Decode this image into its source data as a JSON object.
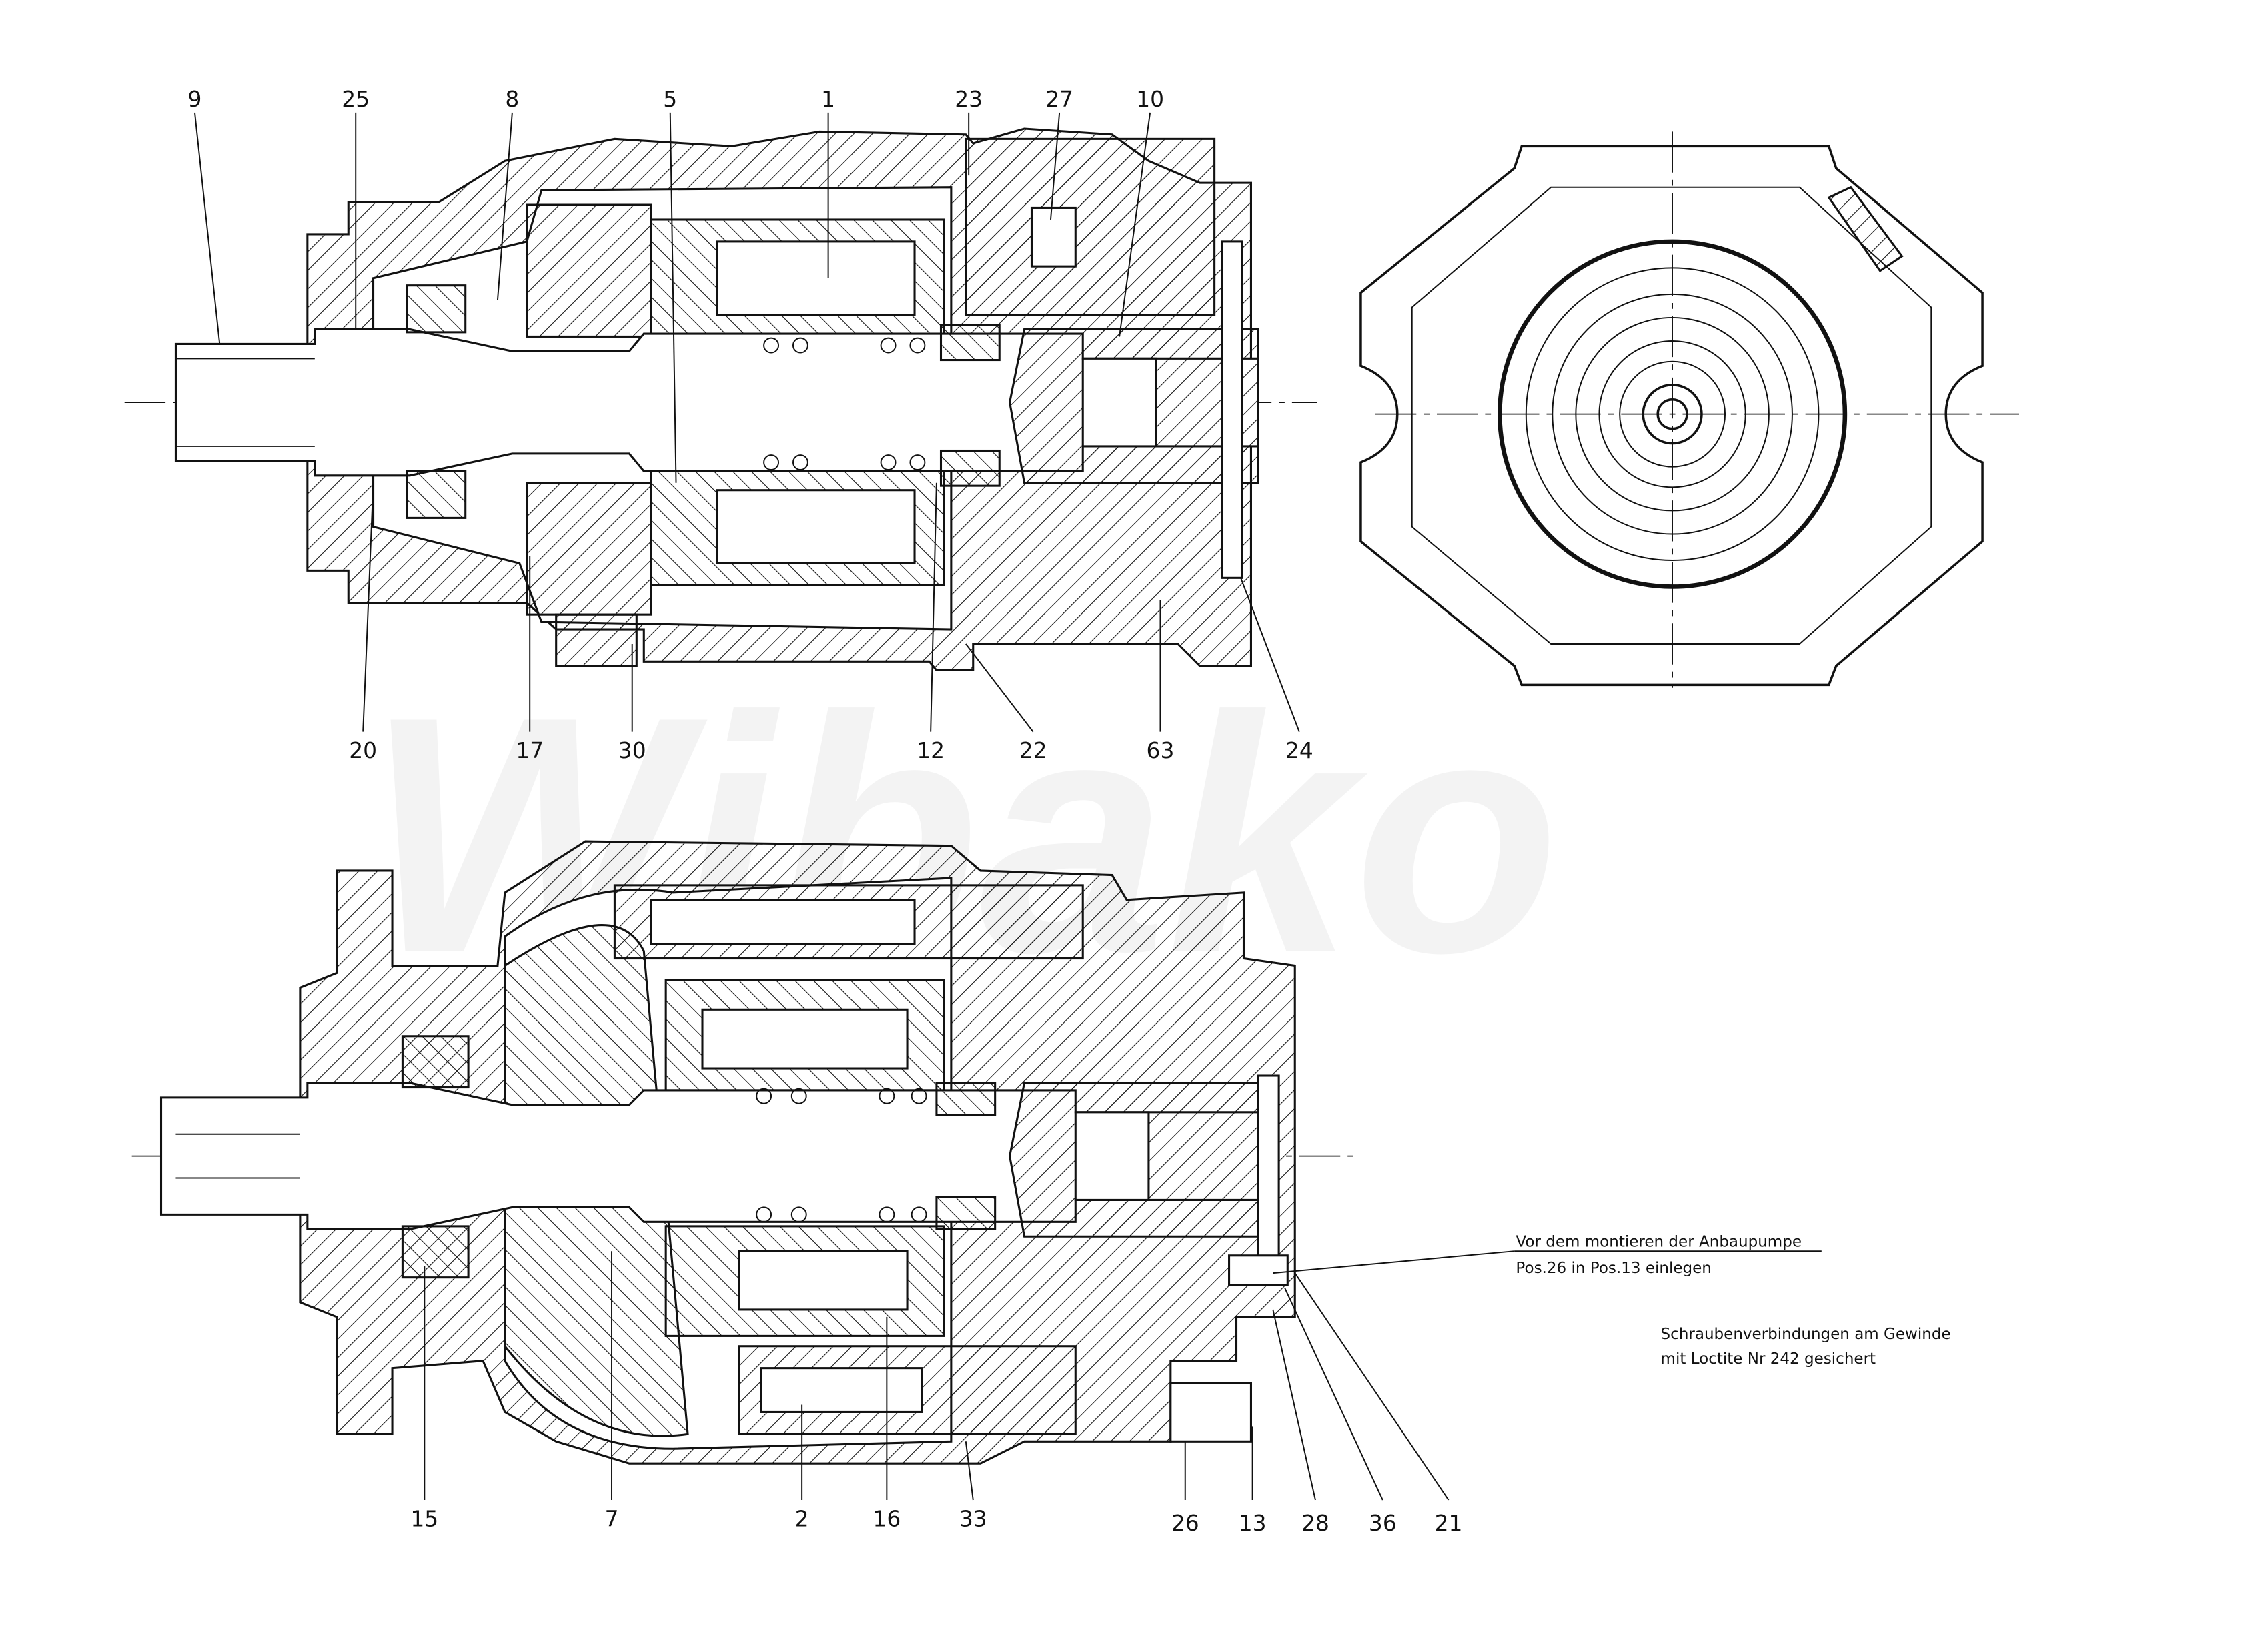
{
  "watermark": "Wibako",
  "top_view_labels": {
    "top": [
      "9",
      "25",
      "8",
      "5",
      "1",
      "23",
      "27",
      "10"
    ],
    "bottom": [
      "20",
      "17",
      "30",
      "12",
      "22",
      "63",
      "24"
    ]
  },
  "bottom_view_labels": [
    "15",
    "7",
    "2",
    "16",
    "33",
    "26",
    "13",
    "28",
    "36",
    "21"
  ],
  "notes": {
    "assembly_line1": "Vor dem montieren der Anbaupumpe",
    "assembly_line2": "Pos.26 in Pos.13 einlegen",
    "thread_line1": "Schraubenverbindungen am Gewinde",
    "thread_line2": "mit Loctite Nr 242 gesichert"
  }
}
